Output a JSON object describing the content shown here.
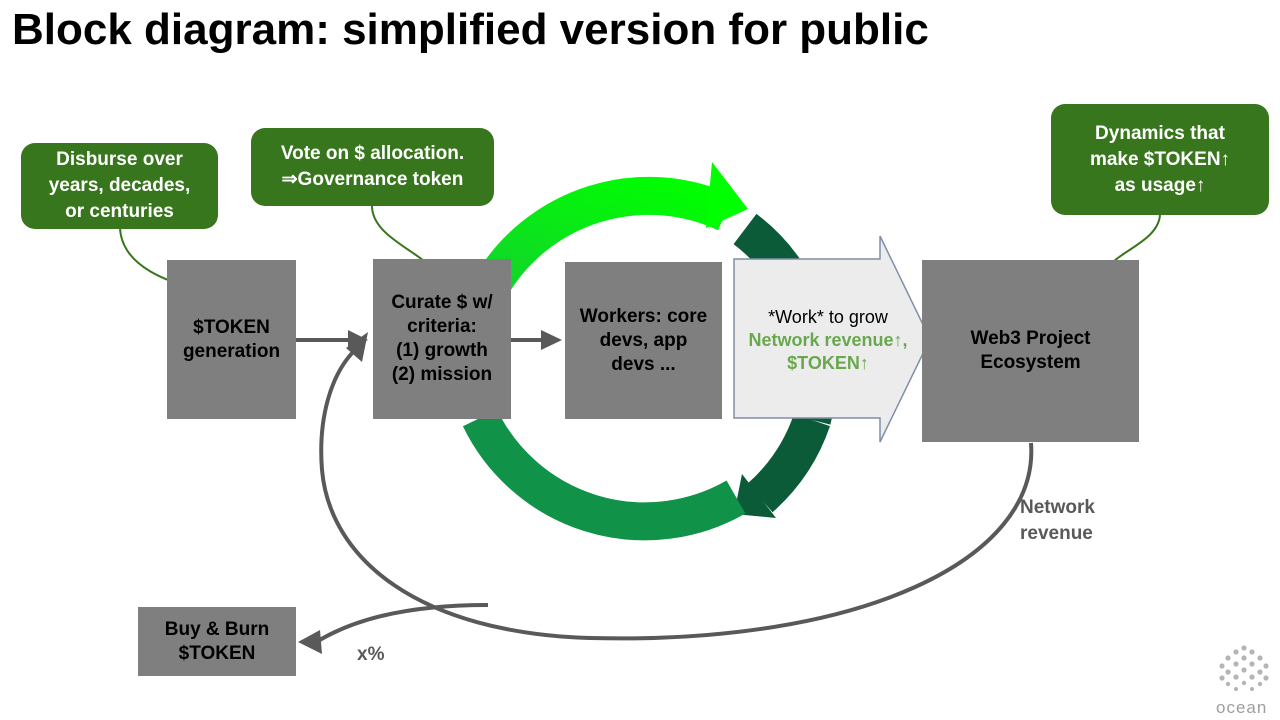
{
  "title": "Block diagram: simplified version for public",
  "boxes": {
    "token_generation": "$TOKEN\ngeneration",
    "curate": "Curate $ w/\ncriteria:\n(1) growth\n(2) mission",
    "workers": "Workers: core\ndevs, app\ndevs ...",
    "ecosystem": "Web3 Project\nEcosystem",
    "buy_burn": "Buy & Burn\n$TOKEN"
  },
  "work_arrow": {
    "line1": "*Work* to grow",
    "line2": "Network revenue↑,",
    "line3": "$TOKEN↑"
  },
  "callouts": {
    "disburse": "Disburse over\nyears, decades,\nor centuries",
    "vote": "Vote on $ allocation.\n⇒Governance token",
    "dynamics": "Dynamics that\nmake $TOKEN↑\nas usage↑"
  },
  "labels": {
    "network_revenue": "Network\nrevenue",
    "percent": "x%"
  },
  "logo": {
    "name": "ocean"
  },
  "colors": {
    "box_gray": "#7f7f7f",
    "callout_green": "#38761d",
    "cycle_bright": "#00ff00",
    "cycle_medium": "#119249",
    "cycle_dark": "#0b5a38",
    "highlight_text": "#6aa84f"
  }
}
